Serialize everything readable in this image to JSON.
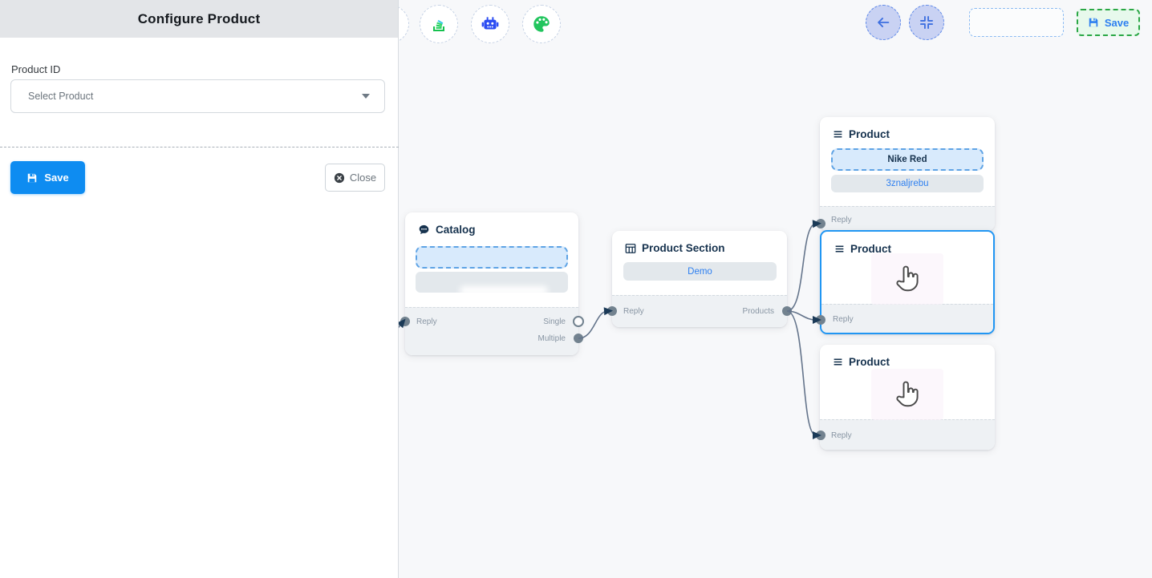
{
  "panel": {
    "title": "Configure Product",
    "field_label": "Product ID",
    "select_value": "Select Product",
    "save_label": "Save",
    "close_label": "Close"
  },
  "topbar": {
    "save_label": "Save"
  },
  "toolbar": {
    "icons": [
      "stack-icon",
      "robot-icon",
      "palette-icon"
    ]
  },
  "canvas": {
    "nodes": {
      "catalog": {
        "title": "Catalog",
        "ports": {
          "reply": "Reply",
          "single": "Single",
          "multiple": "Multiple"
        }
      },
      "product_section": {
        "title": "Product Section",
        "body_value": "Demo",
        "ports": {
          "reply": "Reply",
          "products": "Products"
        }
      },
      "product_top": {
        "title": "Product",
        "name_value": "Nike Red",
        "id_value": "3znaljrebu",
        "ports": {
          "reply": "Reply"
        }
      },
      "product_middle": {
        "title": "Product",
        "ports": {
          "reply": "Reply"
        }
      },
      "product_bottom": {
        "title": "Product",
        "ports": {
          "reply": "Reply"
        }
      }
    },
    "edges": [
      {
        "from": "offscreen-left",
        "to": "catalog.reply"
      },
      {
        "from": "catalog.multiple",
        "to": "product_section.reply"
      },
      {
        "from": "product_section.products",
        "to": "product_top.reply"
      },
      {
        "from": "product_section.products",
        "to": "product_middle.reply"
      },
      {
        "from": "product_section.products",
        "to": "product_bottom.reply"
      }
    ]
  },
  "colors": {
    "primary_blue": "#0e8cf1",
    "selected_node_border": "#2196f3",
    "edge": "#64748b",
    "arrowhead": "#1b3a57",
    "save_green_border": "#2aa745",
    "save_text_blue": "#2d7ff0",
    "canvas_bg": "#f7f8fa",
    "panel_header_bg": "#e3e5e8"
  }
}
